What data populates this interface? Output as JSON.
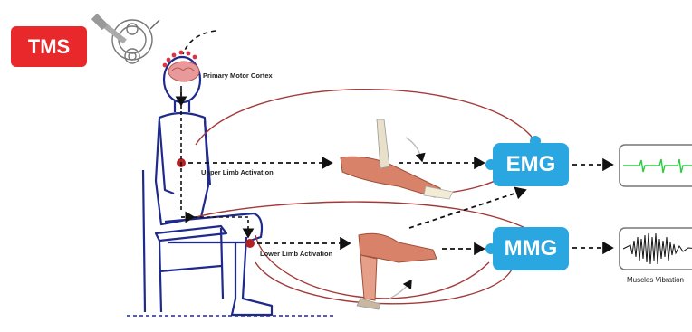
{
  "tms_label": "TMS",
  "labels": {
    "primary_motor_cortex": "Primary Motor Cortex",
    "upper_limb": "Upper Limb Activation",
    "lower_limb": "Lower Limb Activation",
    "muscles_vibration": "Muscles Vibration"
  },
  "boxes": {
    "emg": "EMG",
    "mmg": "MMG"
  },
  "colors": {
    "tms_red": "#e8282b",
    "box_blue": "#2aa6e0",
    "figure_navy": "#1f2a8c",
    "muscle_red": "#c0392b",
    "curve_red": "#a33a3a",
    "emg_green": "#2ecc40"
  }
}
